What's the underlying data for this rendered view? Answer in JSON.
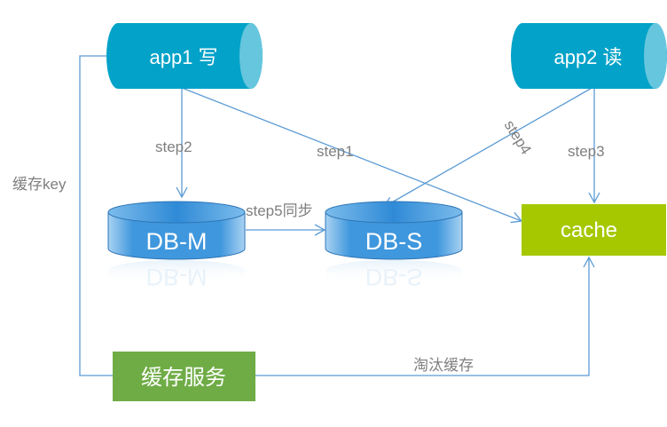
{
  "nodes": {
    "app1": {
      "label": "app1 写"
    },
    "app2": {
      "label": "app2 读"
    },
    "db_master": {
      "label": "DB-M"
    },
    "db_slave": {
      "label": "DB-S"
    },
    "cache": {
      "label": "cache"
    },
    "cache_service": {
      "label": "缓存服务"
    }
  },
  "edges": {
    "step1": {
      "label": "step1",
      "from": "app1",
      "to": "cache"
    },
    "step2": {
      "label": "step2",
      "from": "app1",
      "to": "DB-M"
    },
    "step3": {
      "label": "step3",
      "from": "app2",
      "to": "cache"
    },
    "step4": {
      "label": "step4",
      "from": "app2",
      "to": "DB-S"
    },
    "step5": {
      "label": "step5同步",
      "from": "DB-M",
      "to": "DB-S"
    },
    "cache_key": {
      "label": "缓存key",
      "from": "app1",
      "to": "缓存服务"
    },
    "evict": {
      "label": "淘汰缓存",
      "from": "缓存服务",
      "to": "cache"
    }
  },
  "colors": {
    "app_cylinder": "#03a2c8",
    "app_cylinder_cap": "#66c6de",
    "db": "#3a95dc",
    "cache": "#a5c800",
    "cache_service": "#6fac46",
    "edge": "#5b9bd5",
    "edge_label": "#7f7f7f"
  }
}
